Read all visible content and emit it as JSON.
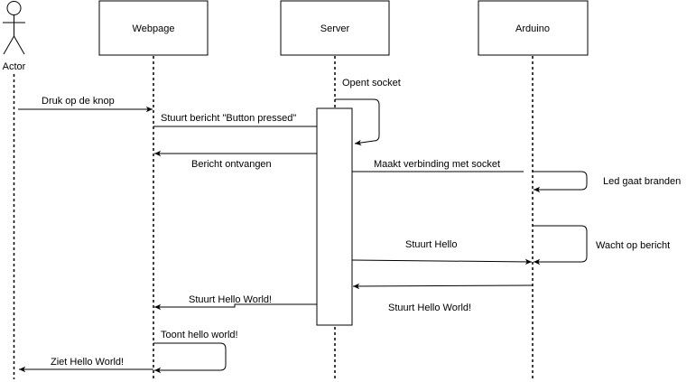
{
  "colors": {
    "line": "#000000",
    "background": "#ffffff"
  },
  "actor": {
    "name": "Actor",
    "icon": "stick-figure-actor-icon"
  },
  "participants": [
    {
      "id": "webpage",
      "label": "Webpage"
    },
    {
      "id": "server",
      "label": "Server"
    },
    {
      "id": "arduino",
      "label": "Arduino"
    }
  ],
  "messages": [
    {
      "id": "druk",
      "text": "Druk op de knop",
      "from": "actor",
      "to": "webpage"
    },
    {
      "id": "stuurt-bericht",
      "text": "Stuurt bericht \"Button pressed\"",
      "from": "webpage",
      "to": "server"
    },
    {
      "id": "opent-socket",
      "text": "Opent socket",
      "from": "server",
      "to": "server",
      "self": true
    },
    {
      "id": "bericht-ontvangen",
      "text": "Bericht ontvangen",
      "from": "server",
      "to": "webpage"
    },
    {
      "id": "maakt-verbinding",
      "text": "Maakt verbinding met socket",
      "from": "arduino",
      "to": "server"
    },
    {
      "id": "led",
      "text": "Led gaat branden",
      "from": "arduino",
      "to": "arduino",
      "self": true
    },
    {
      "id": "wacht",
      "text": "Wacht op bericht",
      "from": "arduino",
      "to": "arduino",
      "self": true
    },
    {
      "id": "stuurt-hello",
      "text": "Stuurt Hello",
      "from": "server",
      "to": "arduino"
    },
    {
      "id": "stuurt-hello-world-arduino",
      "text": "Stuurt Hello World!",
      "from": "arduino",
      "to": "server"
    },
    {
      "id": "stuurt-hello-world-server",
      "text": "Stuurt Hello World!",
      "from": "server",
      "to": "webpage"
    },
    {
      "id": "toont",
      "text": "Toont hello world!",
      "from": "webpage",
      "to": "webpage",
      "self": true
    },
    {
      "id": "ziet",
      "text": "Ziet Hello World!",
      "from": "webpage",
      "to": "actor"
    }
  ]
}
